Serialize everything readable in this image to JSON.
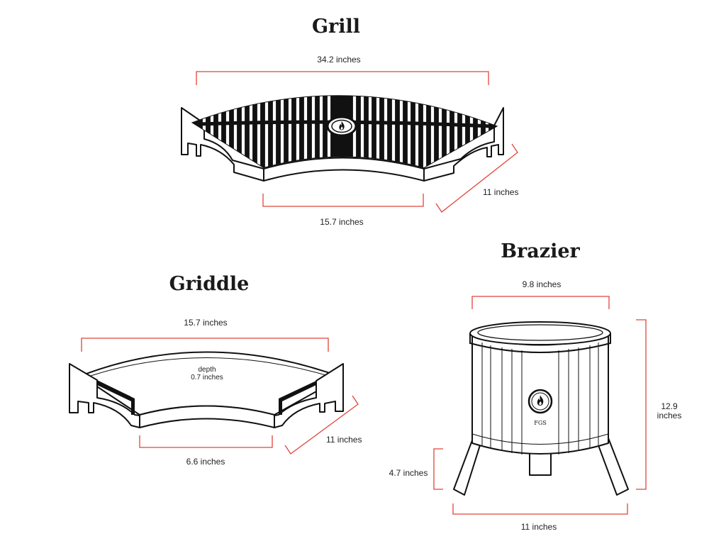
{
  "colors": {
    "accent": "#e0443a",
    "ink": "#111111"
  },
  "grill": {
    "title": "Grill",
    "width_label": "34.2 inches",
    "inner_label": "15.7 inches",
    "depth_label": "11 inches"
  },
  "griddle": {
    "title": "Griddle",
    "width_label": "15.7 inches",
    "inner_label": "6.6 inches",
    "depth_label": "11 inches",
    "pan_depth_line1": "depth",
    "pan_depth_line2": "0.7 inches"
  },
  "brazier": {
    "title": "Brazier",
    "top_label": "9.8 inches",
    "height_line1": "12.9",
    "height_line2": "inches",
    "leg_label": "4.7 inches",
    "base_label": "11 inches",
    "logo_text": "FGS",
    "logo_icon": "flame-icon"
  }
}
